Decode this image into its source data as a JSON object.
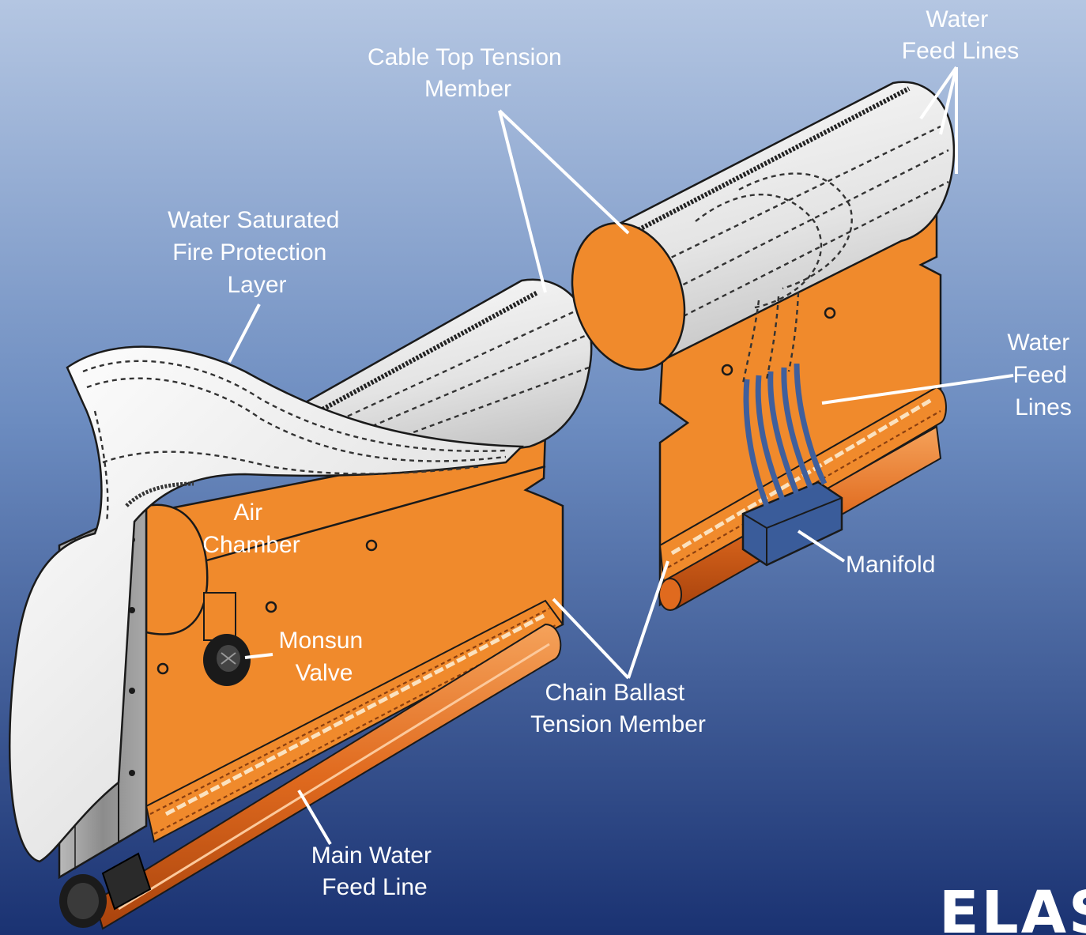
{
  "labels": {
    "cable_top_tension_member": [
      "Cable Top Tension",
      "Member"
    ],
    "water_feed_lines_top": [
      "Water",
      "Feed Lines"
    ],
    "water_saturated_layer": [
      "Water Saturated",
      "Fire Protection",
      "Layer"
    ],
    "water_feed_lines_right": [
      "Water",
      "Feed",
      "Lines"
    ],
    "air_chamber": [
      "Air",
      "Chamber"
    ],
    "manifold": "Manifold",
    "monsun_valve": [
      "Monsun",
      "Valve"
    ],
    "chain_ballast_tension_member": [
      "Chain Ballast",
      "Tension Member"
    ],
    "main_water_feed_line": [
      "Main Water",
      "Feed Line"
    ]
  },
  "logo": "ELAST",
  "colors": {
    "background_top": "#b4c6e2",
    "background_bottom": "#1a3272",
    "boom_orange": "#f08a2c",
    "feed_line_orange": "#e06a1e",
    "fire_layer_white": "#e8e8e8",
    "manifold_blue": "#3a5c9a",
    "label_white": "#ffffff"
  }
}
